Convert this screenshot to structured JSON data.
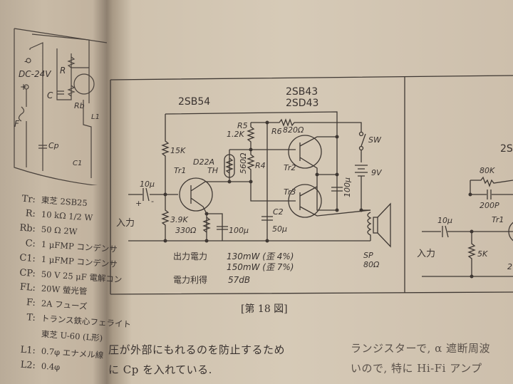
{
  "left_page": {
    "schematic_labels": {
      "supply": "DC-24V",
      "minus": "-",
      "plus": "+",
      "r": "R",
      "c": "C",
      "rb": "Rb",
      "f": "F",
      "cp": "Cp",
      "l1": "L1",
      "c1": "C1"
    },
    "parts_list": [
      {
        "symbol": "Tr:",
        "value": "東芝 2SB25"
      },
      {
        "symbol": "R:",
        "value": "10 kΩ 1/2 W"
      },
      {
        "symbol": "Rb:",
        "value": "50 Ω 2W"
      },
      {
        "symbol": "C:",
        "value": "1 μFMP コンデンサ"
      },
      {
        "symbol": "C1:",
        "value": "1 μFMP コンデンサ"
      },
      {
        "symbol": "CP:",
        "value": "50 V 25 μF 電解コン"
      },
      {
        "symbol": "FL:",
        "value": "20W 螢光管"
      },
      {
        "symbol": "F:",
        "value": "2A フューズ"
      },
      {
        "symbol": "T:",
        "value": "トランス鉄心フェライト"
      },
      {
        "symbol": "",
        "value": "東芝 U-60 (L形)"
      },
      {
        "symbol": "L1:",
        "value": "0.7φ エナメル線"
      },
      {
        "symbol": "L2:",
        "value": "0.4φ"
      }
    ]
  },
  "figure": {
    "tr1_type": "2SB54",
    "tr23_type_1": "2SB43",
    "tr23_type_2": "2SD43",
    "labels": {
      "r_15k": "15K",
      "r_39k": "3.9K",
      "r_330": "330Ω",
      "c_in": "10μ",
      "input": "入力",
      "c_e": "100μ",
      "tr1": "Tr1",
      "diode": "D22A",
      "th": "TH",
      "r5": "R5",
      "r5_val": "1.2K",
      "r4_val": "560Ω",
      "r4": "R4",
      "r6": "R6",
      "r6_val": "820Ω",
      "tr2": "Tr2",
      "tr3": "Tr3",
      "c2": "C2",
      "c2_val": "50μ",
      "c_out": "100μ",
      "sw": "SW",
      "battery": "9V",
      "sp": "SP",
      "sp_val": "80Ω",
      "plus": "+",
      "minus": "-"
    },
    "specs": {
      "output_label": "出力電力",
      "output_1": "130mW (歪 4%)",
      "output_2": "150mW (歪 7%)",
      "gain_label": "電力利得",
      "gain": "57dB"
    },
    "caption": "[第 18 図]",
    "next_figure": {
      "type_partial": "2S",
      "r_80k": "80K",
      "c_200p": "200P",
      "c_in": "10μ",
      "input": "入力",
      "tr1": "Tr1",
      "r_5k": "5K",
      "partial": "2"
    }
  },
  "body_text": {
    "col1_line1": "圧が外部にもれるのを防止するため",
    "col1_line2": "に Cp を入れている.",
    "col2_line1": "ランジスターで, α 遮断周波",
    "col2_line2": "いので, 特に Hi-Fi アンプ"
  }
}
